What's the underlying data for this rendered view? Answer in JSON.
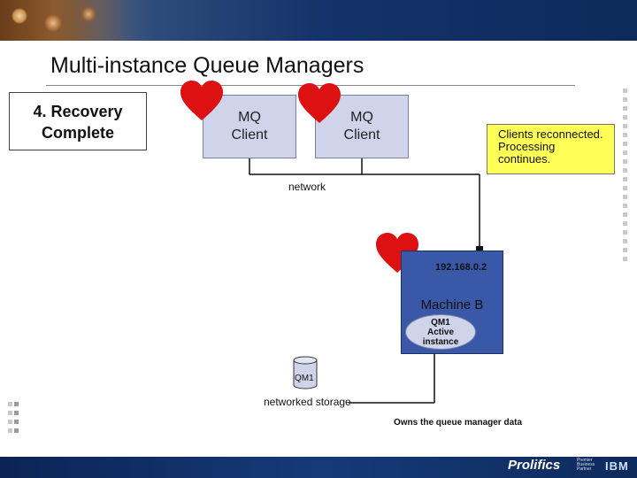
{
  "title": "Multi-instance Queue Managers",
  "step": {
    "line1": "4. Recovery",
    "line2": "Complete"
  },
  "clients": [
    {
      "line1": "MQ",
      "line2": "Client"
    },
    {
      "line1": "MQ",
      "line2": "Client"
    }
  ],
  "note": {
    "line1": "Clients reconnected.",
    "line2": "Processing",
    "line3": "continues."
  },
  "network_label": "network",
  "machine": {
    "ip": "192.168.0.2",
    "name": "Machine B",
    "qm": {
      "line1": "QM1",
      "line2": "Active",
      "line3": "instance"
    }
  },
  "storage": {
    "qm_label": "QM1",
    "label": "networked storage"
  },
  "owns_label": "Owns the queue manager data",
  "footer": {
    "logo": "Prolifics",
    "partner": "Premier Business Partner",
    "ibm": "IBM"
  },
  "colors": {
    "heart": "#dd1111",
    "client_fill": "#cfd4ea",
    "machine_fill": "#3a58a8",
    "note_fill": "#ffff55",
    "banner": "#14336a"
  },
  "icons": [
    "heart-icon",
    "storage-cylinder-icon"
  ]
}
